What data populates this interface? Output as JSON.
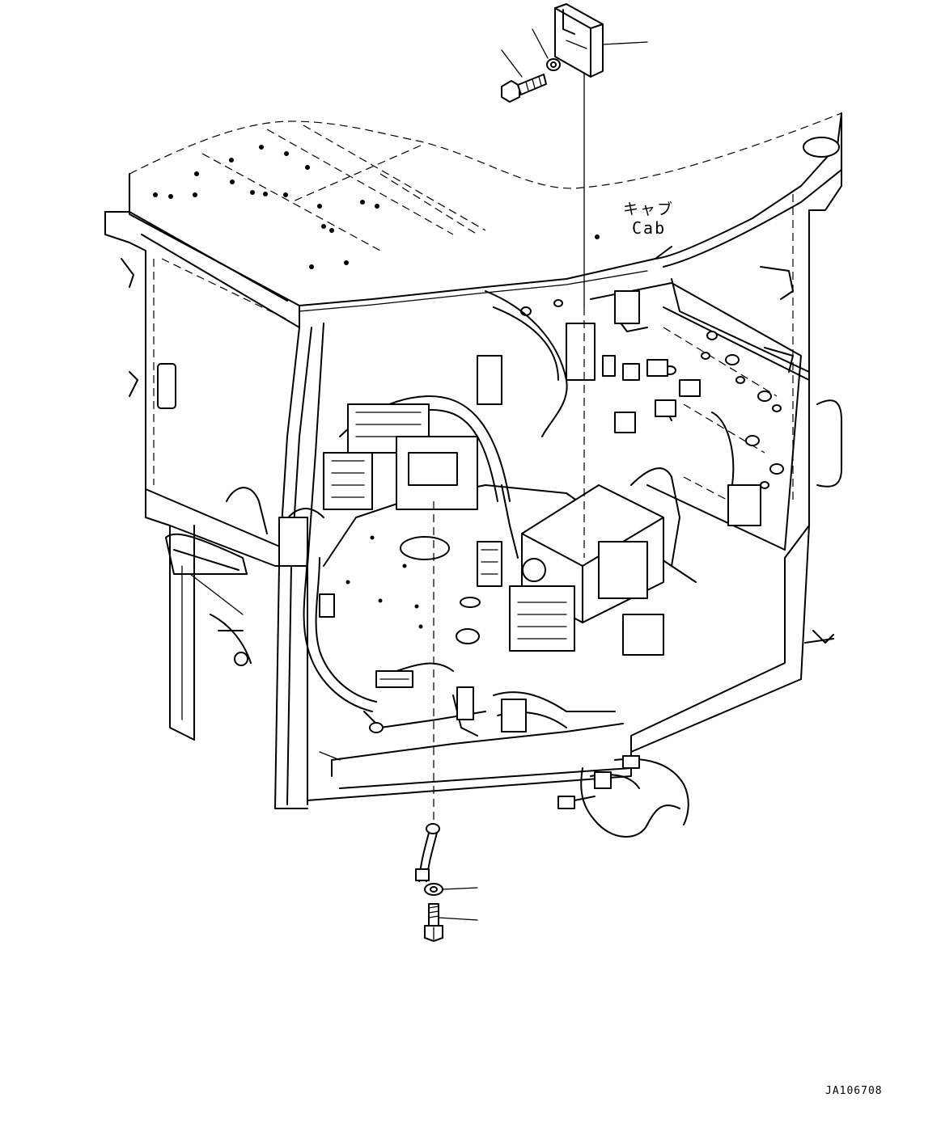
{
  "diagram": {
    "labels": {
      "cab_jp": "キャブ",
      "cab_en": "Cab"
    },
    "drawing_number": "JA106708",
    "line_color": "#000000",
    "background_color": "#ffffff"
  }
}
